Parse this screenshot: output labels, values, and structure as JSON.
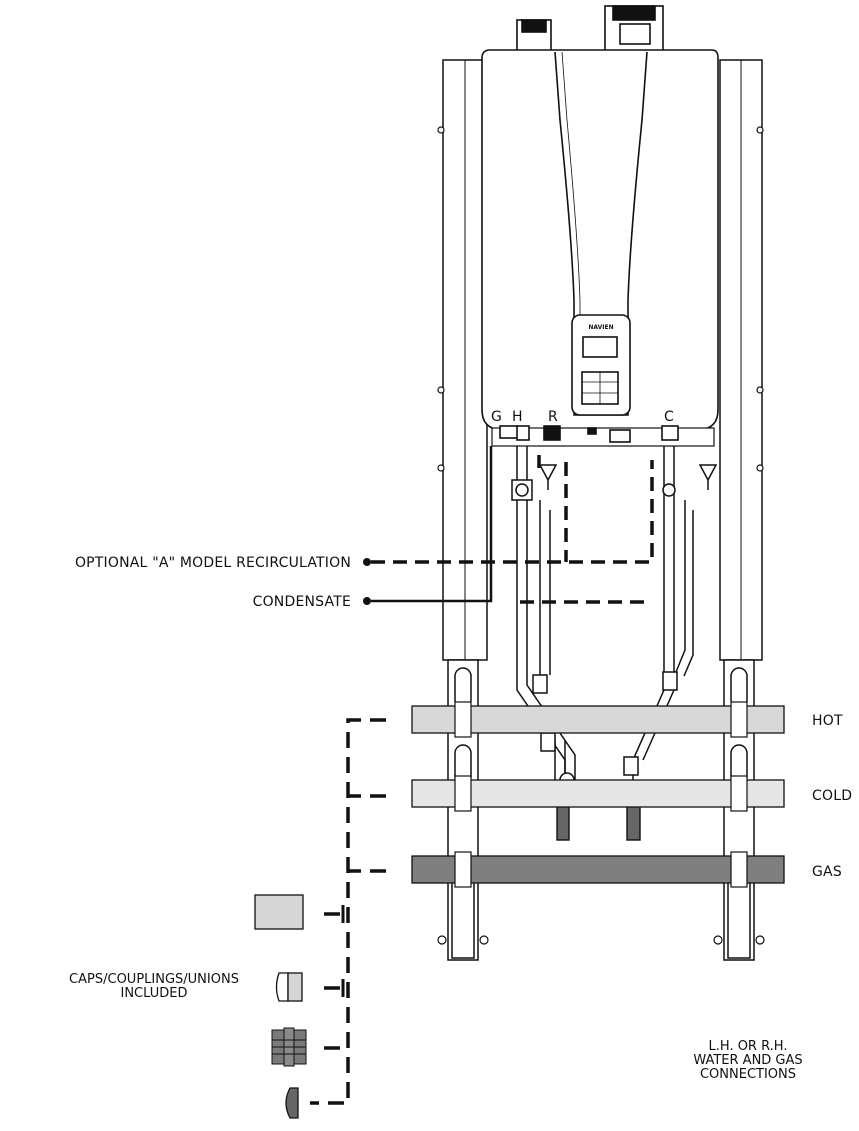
{
  "colors": {
    "line": "#111111",
    "hot_bar": "#d8d8d8",
    "cold_bar": "#e6e6e6",
    "gas_bar": "#7f7f7f",
    "unit_body": "#ffffff"
  },
  "unit": {
    "brand": "NAVIEN",
    "ports": {
      "g": "G",
      "h": "H",
      "r": "R",
      "c": "C"
    }
  },
  "labels": {
    "recirculation": "OPTIONAL \"A\" MODEL RECIRCULATION",
    "condensate": "CONDENSATE",
    "hot": "HOT",
    "cold": "COLD",
    "gas": "GAS",
    "caps_line1": "CAPS/COUPLINGS/UNIONS",
    "caps_line2": "INCLUDED",
    "connections_line1": "L.H. OR R.H.",
    "connections_line2": "WATER AND GAS",
    "connections_line3": "CONNECTIONS"
  },
  "icons": [
    "bar-cap-icon",
    "cap-icon",
    "coupling-icon",
    "union-icon"
  ]
}
